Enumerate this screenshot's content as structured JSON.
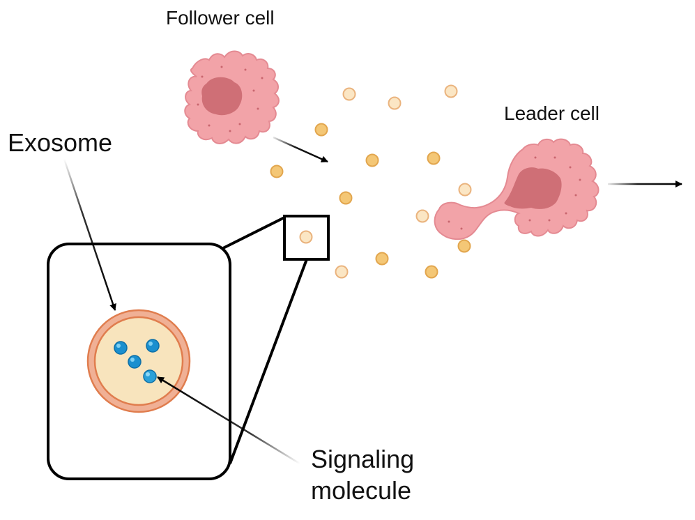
{
  "labels": {
    "follower_cell": "Follower cell",
    "leader_cell": "Leader cell",
    "exosome": "Exosome",
    "signaling_molecule_line1": "Signaling",
    "signaling_molecule_line2": "molecule"
  },
  "colors": {
    "cell_fill": "#f2a3a8",
    "cell_edge": "#e48a92",
    "nucleus_fill": "#cf6f76",
    "exosome_dark_fill": "#f4c776",
    "exosome_dark_edge": "#e2a64e",
    "exosome_light_fill": "#fbe6c4",
    "exosome_light_edge": "#eab37d",
    "membrane_outer": "#f0b095",
    "membrane_edge": "#e07d4e",
    "lumen": "#f8e4bd",
    "molecule": "#1a8fcf",
    "frame": "#000000"
  },
  "icons": {
    "follower": "follower-cell-icon",
    "leader": "leader-cell-icon",
    "exosome": "exosome-icon",
    "molecule": "signaling-molecule-icon"
  }
}
